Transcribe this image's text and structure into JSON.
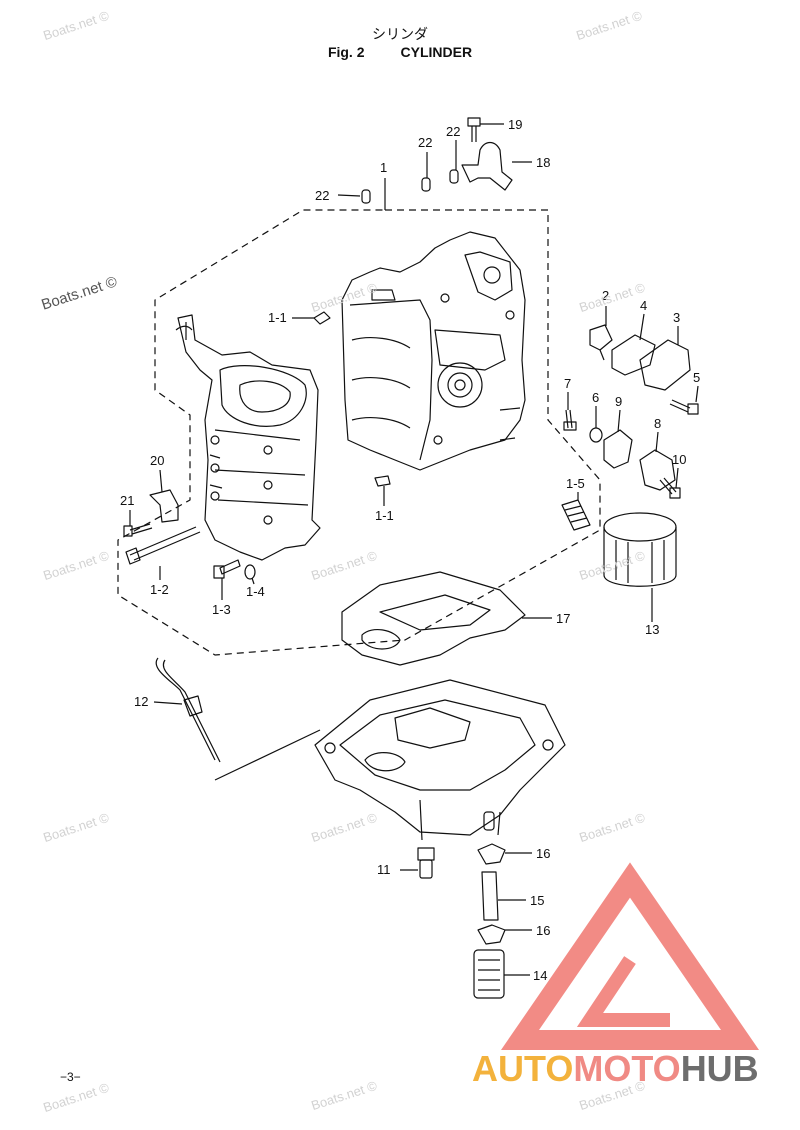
{
  "header": {
    "title_jp": "シリンダ",
    "fig_label": "Fig. 2",
    "title_en": "CYLINDER"
  },
  "page_number": "−3−",
  "watermark_text": "Boats.net ©",
  "brand": {
    "part1": "AUTO",
    "part2": "MOTO",
    "part3": "HUB",
    "colors": {
      "auto": "#f3b23c",
      "moto": "#f08a84",
      "hub": "#6d6d6d",
      "logo": "#f28b85"
    }
  },
  "callouts": [
    "1",
    "1-1",
    "1-1",
    "1-2",
    "1-3",
    "1-4",
    "1-5",
    "2",
    "3",
    "4",
    "5",
    "6",
    "7",
    "8",
    "9",
    "10",
    "11",
    "12",
    "13",
    "14",
    "15",
    "16",
    "16",
    "17",
    "18",
    "19",
    "20",
    "21",
    "22",
    "22",
    "22"
  ]
}
